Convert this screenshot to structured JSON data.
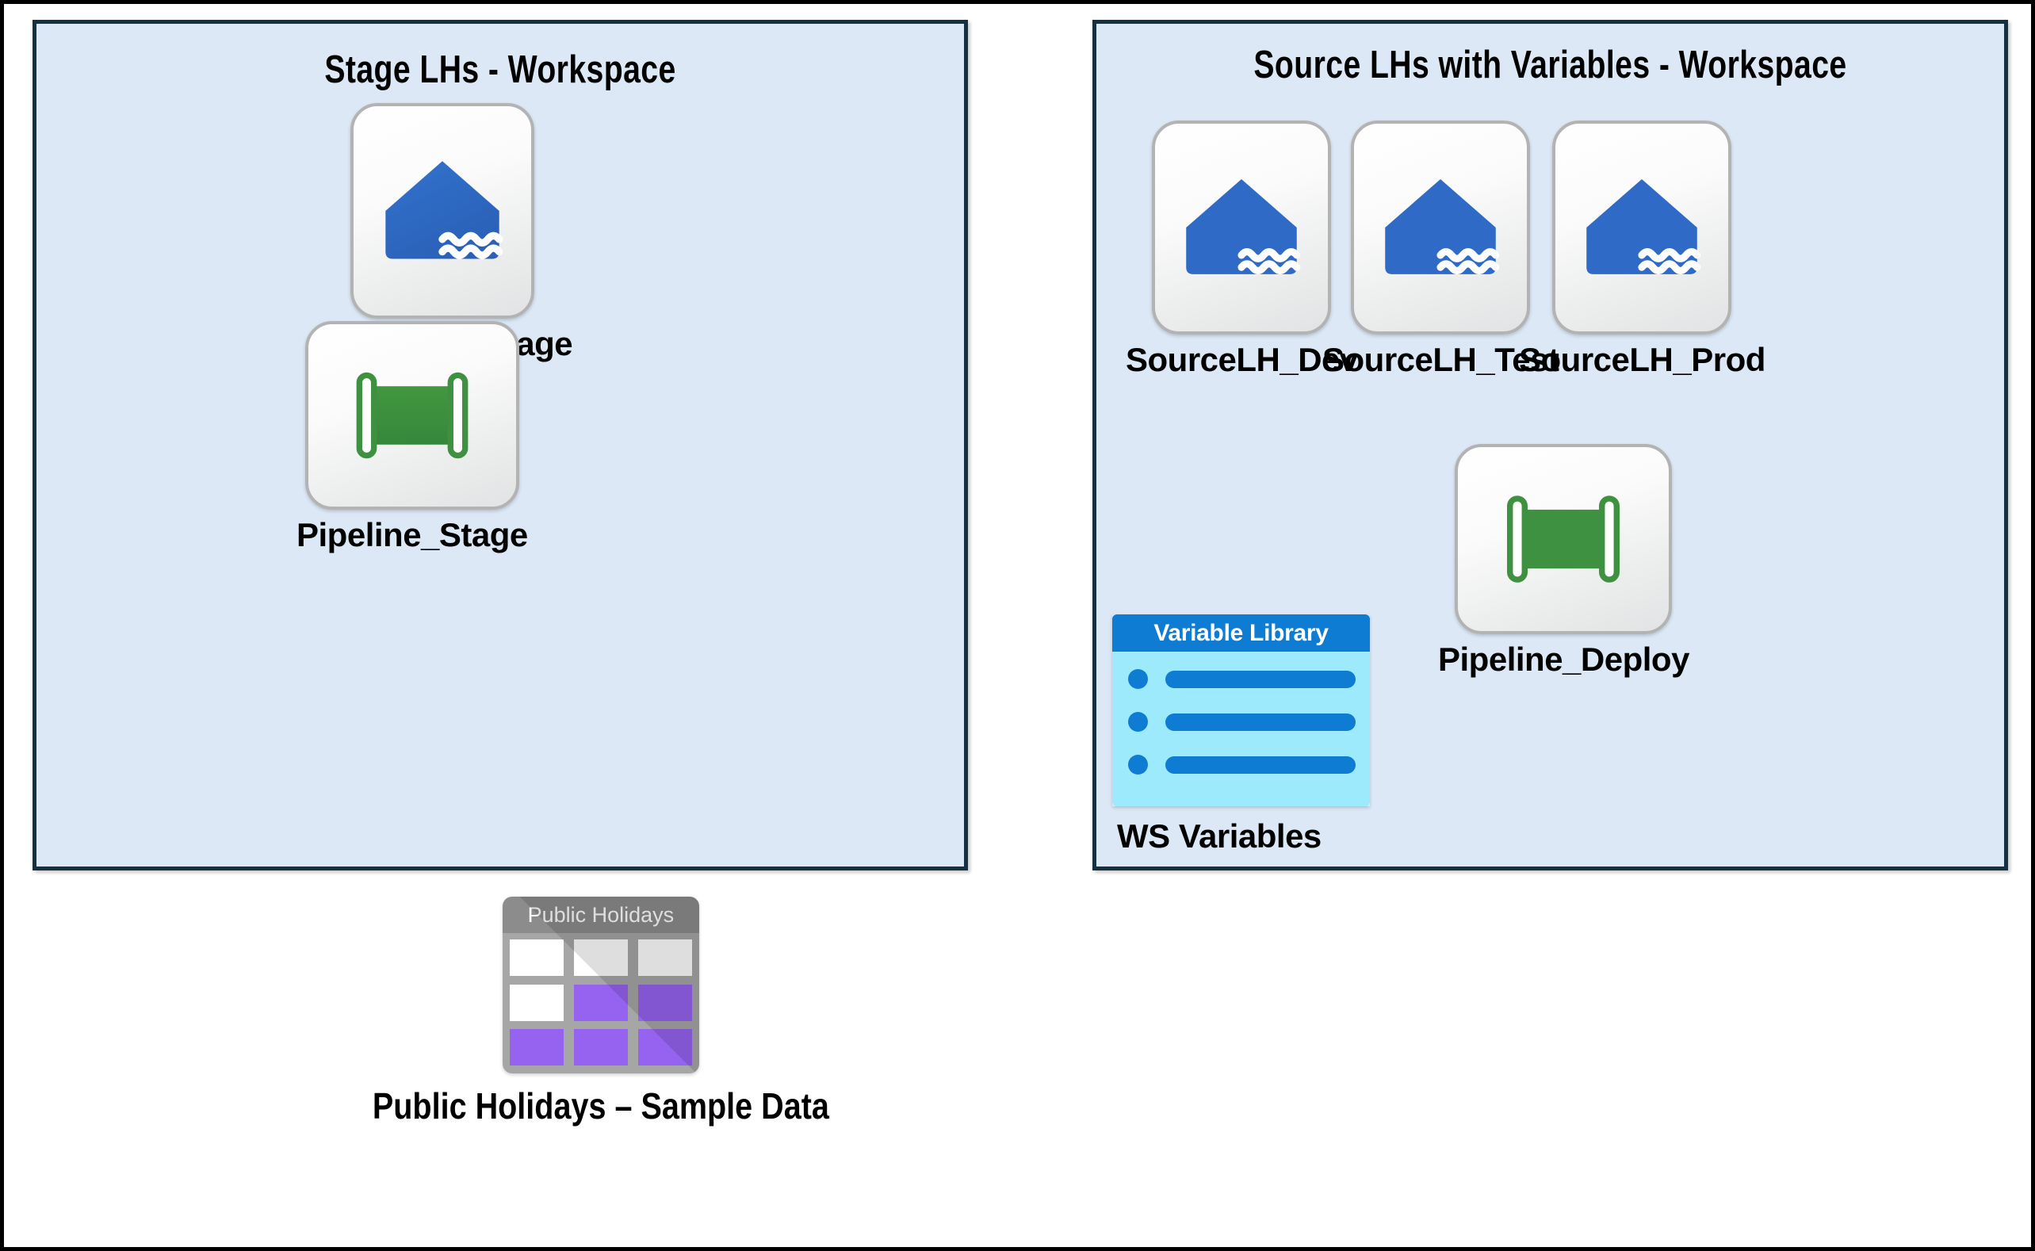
{
  "diagram": {
    "panels": [
      {
        "id": "stage",
        "title": "Stage LHs - Workspace",
        "fill_color": "#dce8f6",
        "border_color": "#15313f",
        "items": [
          {
            "label": "SourceLH_Stage",
            "icon": "lakehouse-icon"
          },
          {
            "label": "Pipeline_Stage",
            "icon": "pipeline-icon"
          }
        ]
      },
      {
        "id": "source",
        "title": "Source LHs with Variables - Workspace",
        "fill_color": "#dce8f6",
        "border_color": "#15313f",
        "items": [
          {
            "label": "SourceLH_Dev",
            "icon": "lakehouse-icon"
          },
          {
            "label": "SourceLH_Test",
            "icon": "lakehouse-icon"
          },
          {
            "label": "SourceLH_Prod",
            "icon": "lakehouse-icon"
          },
          {
            "label": "Pipeline_Deploy",
            "icon": "pipeline-icon"
          },
          {
            "label": "WS Variables",
            "icon": "variable-library-icon",
            "card_title": "Variable Library"
          }
        ]
      }
    ],
    "standalone": {
      "caption": "Public Holidays – Sample Data",
      "table_icon": {
        "header": "Public Holidays",
        "header_color": "#8c8c8c",
        "body_color": "#a6a6a6",
        "cells": [
          [
            "white",
            "white",
            "white"
          ],
          [
            "white",
            "purple",
            "purple"
          ],
          [
            "purple",
            "purple",
            "purple"
          ]
        ],
        "purple_color": "#9563ef"
      }
    },
    "colors": {
      "lakehouse_blue": "#2f6fc8",
      "pipeline_green": "#3f9142",
      "variable_blue": "#0f7cd4",
      "variable_body": "#9ceafc",
      "panel_fill": "#dce8f6",
      "panel_border": "#15313f"
    }
  }
}
